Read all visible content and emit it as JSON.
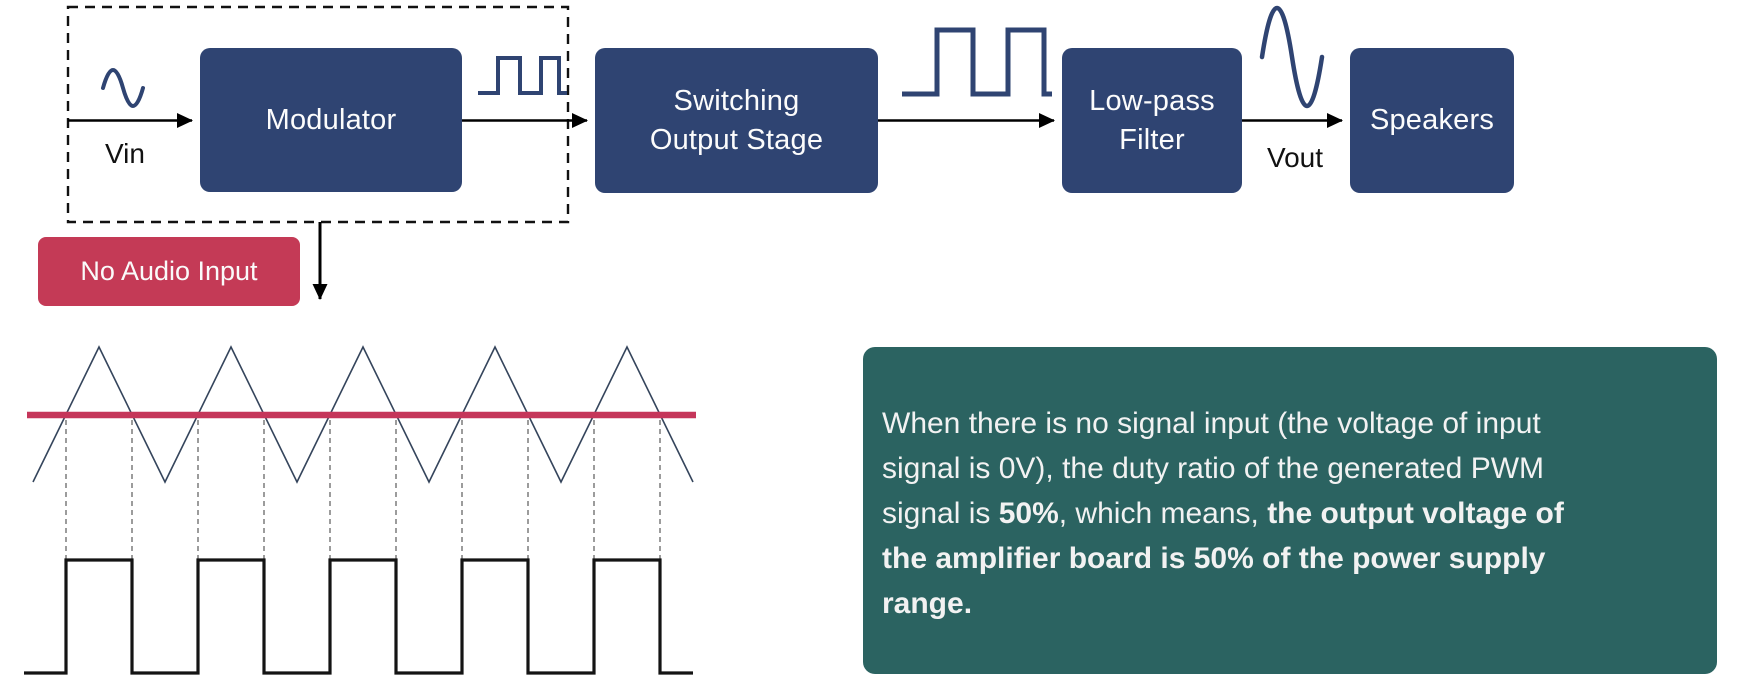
{
  "diagram": {
    "blocks": {
      "modulator": {
        "line1": "Modulator"
      },
      "switching": {
        "line1": "Switching",
        "line2": "Output Stage"
      },
      "lowpass": {
        "line1": "Low-pass",
        "line2": "Filter"
      },
      "speakers": {
        "line1": "Speakers"
      }
    },
    "labels": {
      "vin": "Vin",
      "vout": "Vout"
    },
    "badge": {
      "no_audio_input": "No Audio Input"
    },
    "icons": [
      {
        "name": "sine-wave-icon",
        "position": "input-signal"
      },
      {
        "name": "square-wave-icon",
        "position": "pwm-after-modulator"
      },
      {
        "name": "square-wave-icon",
        "position": "pwm-after-switching-stage"
      },
      {
        "name": "sine-wave-icon",
        "position": "output-signal"
      }
    ]
  },
  "note": {
    "lines": [
      [
        {
          "t": "When there is no signal input (the voltage of input",
          "b": false
        }
      ],
      [
        {
          "t": "signal is 0V), the duty ratio of the generated PWM",
          "b": false
        }
      ],
      [
        {
          "t": "signal is ",
          "b": false
        },
        {
          "t": "50%",
          "b": true
        },
        {
          "t": ", which means, ",
          "b": false
        },
        {
          "t": "the output voltage of",
          "b": true
        }
      ],
      [
        {
          "t": "the amplifier board is 50% of the power supply",
          "b": true
        }
      ],
      [
        {
          "t": "range.",
          "b": true
        }
      ]
    ]
  },
  "chart_data": {
    "type": "line",
    "title": "PWM generation with no audio input",
    "series": [
      {
        "name": "triangle-carrier",
        "shape": "triangle",
        "cycles": 5
      },
      {
        "name": "input-signal",
        "shape": "constant",
        "level": "0V",
        "position": "midpoint of carrier range"
      },
      {
        "name": "pwm-output",
        "shape": "square",
        "pulses": 5,
        "duty_ratio_percent": 50
      }
    ],
    "annotations": [
      "dashed vertical lines connect carrier/input crossings to PWM edges"
    ],
    "duty_ratio_percent": 50,
    "axes": "none (schematic waveforms, no axis labels or ticks)"
  },
  "colors": {
    "block_navy": "#2F4472",
    "badge_red": "#C43A56",
    "note_teal": "#2B6361",
    "carrier_stroke": "#35455C",
    "input_line_red": "#C5365A",
    "pwm_stroke": "#141414",
    "dashed_connector": "#5A5A5A",
    "text_on_dark": "#F2F2F2"
  }
}
